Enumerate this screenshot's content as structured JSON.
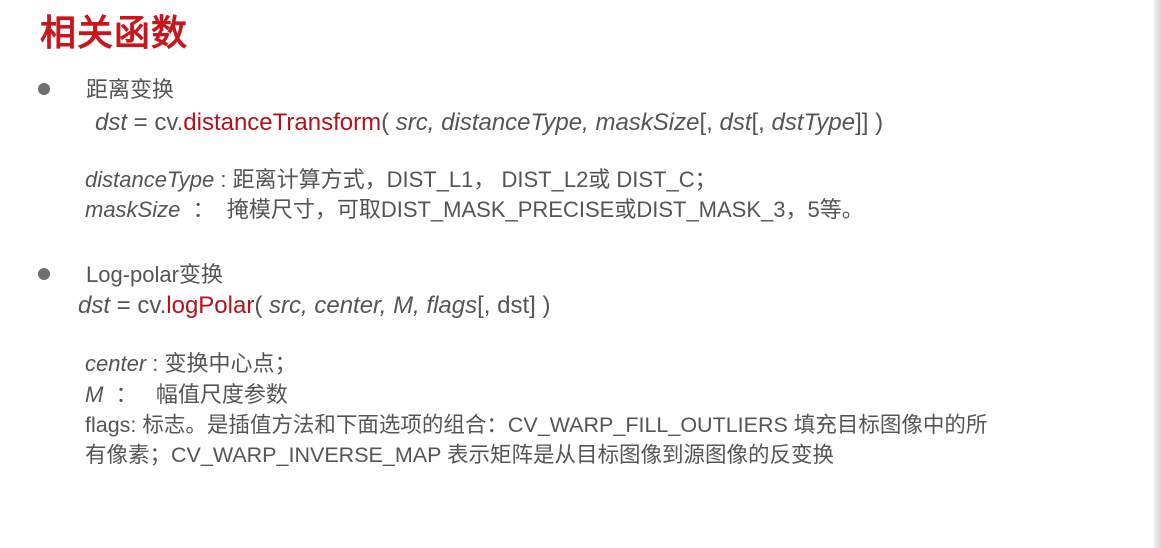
{
  "title": "相关函数",
  "section1": {
    "heading": "距离变换",
    "signature": {
      "dst": "dst",
      "eq": " = cv.",
      "fn": "distanceTransform",
      "open": "( ",
      "src": "src,",
      "distanceType": "distanceType,",
      "maskSize": "maskSize",
      "opt1": "[, ",
      "dst_opt": "dst",
      "opt2": "[, ",
      "dstType": "dstType",
      "close": "]] )"
    },
    "params": [
      {
        "name": "distanceType",
        "sep": " : ",
        "desc": "距离计算方式，DIST_L1， DIST_L2或 DIST_C；"
      },
      {
        "name": "maskSize",
        "sep": "  ：  ",
        "desc": "掩模尺寸，可取DIST_MASK_PRECISE或DIST_MASK_3，5等。"
      }
    ]
  },
  "section2": {
    "heading": "Log-polar变换",
    "signature": {
      "dst": "dst",
      "eq": " = cv.",
      "fn": "logPolar",
      "open": "( ",
      "src": "src,",
      "center": "center,",
      "M": "M,",
      "flags": "flags",
      "rest": "[, dst] )"
    },
    "params": [
      {
        "name": "center",
        "sep": " : ",
        "desc": "变换中心点；"
      },
      {
        "name": "M",
        "sep": "  ：   ",
        "desc": "幅值尺度参数"
      }
    ],
    "flags_line1": "flags: 标志。是插值方法和下面选项的组合：CV_WARP_FILL_OUTLIERS 填充目标图像中的所",
    "flags_line2": "有像素；CV_WARP_INVERSE_MAP  表示矩阵是从目标图像到源图像的反变换"
  }
}
